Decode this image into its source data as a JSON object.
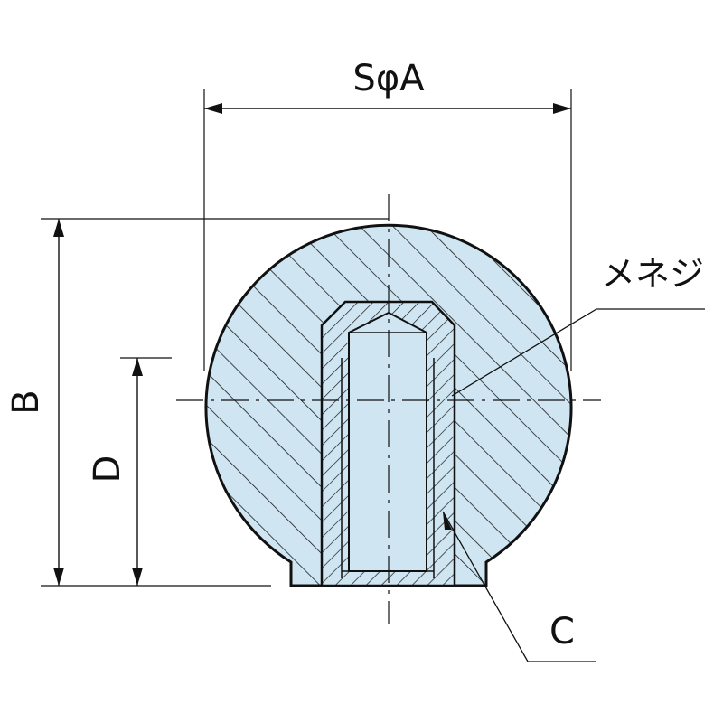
{
  "labels": {
    "spherical_diameter": "SφA",
    "height_total": "B",
    "thread_depth": "D",
    "insert_callout": "C",
    "female_thread_callout": "メネジ"
  },
  "colors": {
    "section_fill": "#cfe6f2",
    "outline": "#111111",
    "hatch": "#1a1a1a",
    "background": "#ffffff"
  }
}
